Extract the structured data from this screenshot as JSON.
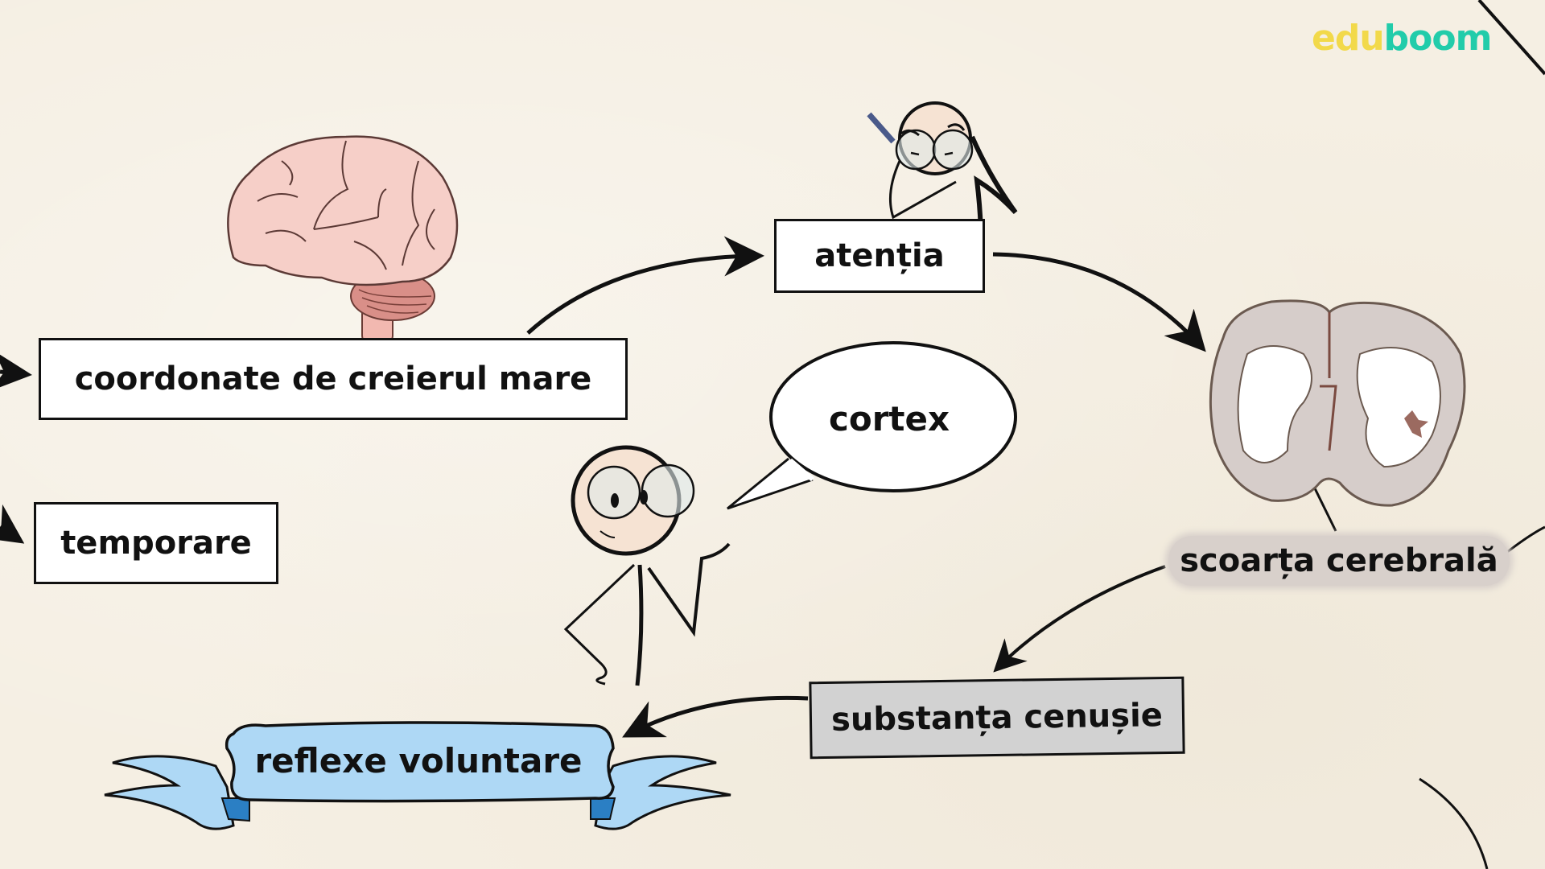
{
  "brand": {
    "part1": "edu",
    "part2": "boom",
    "colors": {
      "edu": "#f2d94a",
      "boom": "#22ccaa"
    }
  },
  "nodes": {
    "coordonate": "coordonate de creierul mare",
    "temporare": "temporare",
    "atentia": "atenția",
    "scoarta": "scoarța cerebrală",
    "substanta": "substanța cenușie",
    "reflexe": "reflexe voluntare",
    "cortex_bubble": "cortex"
  },
  "illustrations": {
    "brain_side_view": "brain-lateral-icon",
    "brain_cross_section": "brain-coronal-section-icon",
    "character_thinking": "stick-figure-glasses-pen",
    "character_speaking": "stick-figure-glasses-speaking"
  },
  "edges": [
    {
      "from": "coordonate",
      "to": "atentia"
    },
    {
      "from": "atentia",
      "to": "brain_cross_section"
    },
    {
      "from": "scoarta",
      "to": "substanta"
    },
    {
      "from": "substanta",
      "to": "reflexe"
    }
  ],
  "colors": {
    "background": "#f5efe3",
    "ribbon": "#aed8f5",
    "ribbon_dark": "#2b7fc4",
    "substanta_fill": "#d2d2d2",
    "scoarta_fill": "#d8d0cb",
    "brain_pink": "#f6cfc8",
    "cerebellum": "#d98f88"
  }
}
